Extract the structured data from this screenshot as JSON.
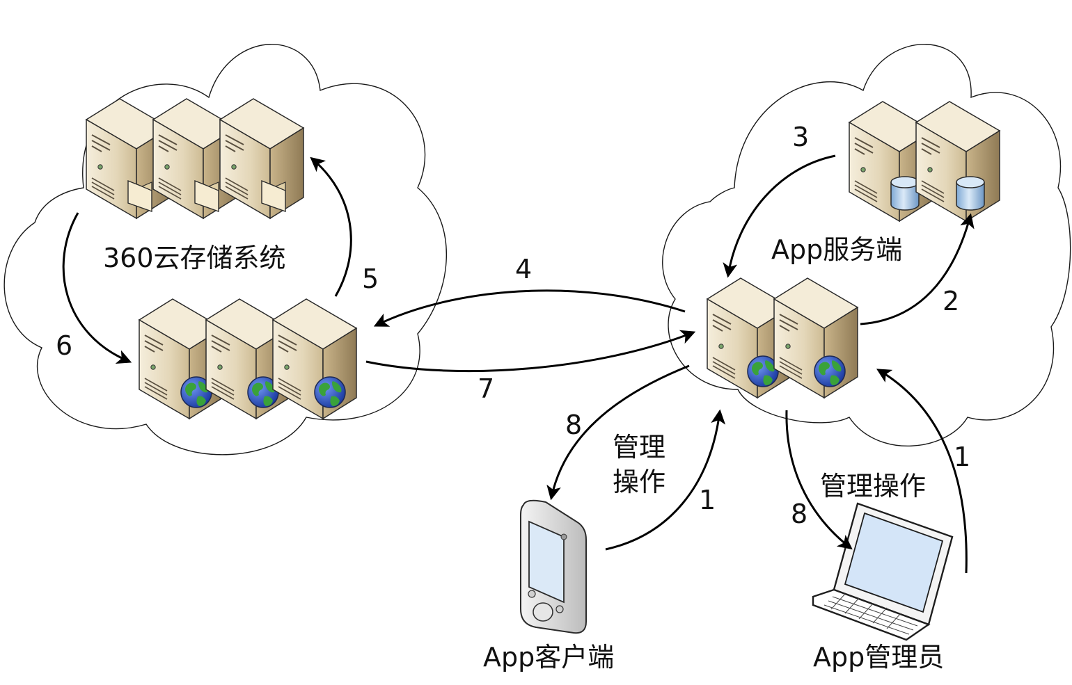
{
  "clouds": {
    "storage": {
      "label": "360云存储系统"
    },
    "service": {
      "label": "App服务端"
    }
  },
  "devices": {
    "client": {
      "label": "App客户端",
      "icon": "pda-icon"
    },
    "admin": {
      "label": "App管理员",
      "icon": "laptop-icon"
    }
  },
  "notes": {
    "client_ops_line1": "管理",
    "client_ops_line2": "操作",
    "admin_ops": "管理操作"
  },
  "steps": {
    "s1_client": "1",
    "s1_admin": "1",
    "s2": "2",
    "s3": "3",
    "s4": "4",
    "s5": "5",
    "s6": "6",
    "s7": "7",
    "s8_client": "8",
    "s8_admin": "8"
  },
  "colors": {
    "server_front": "#e7dcc3",
    "server_side": "#b8a27c",
    "server_top": "#f3ecdc",
    "globe_ocean": "#2453c9",
    "globe_land": "#3a9c2f",
    "db": "#a9c8e6",
    "screen": "#cfe3f7"
  }
}
